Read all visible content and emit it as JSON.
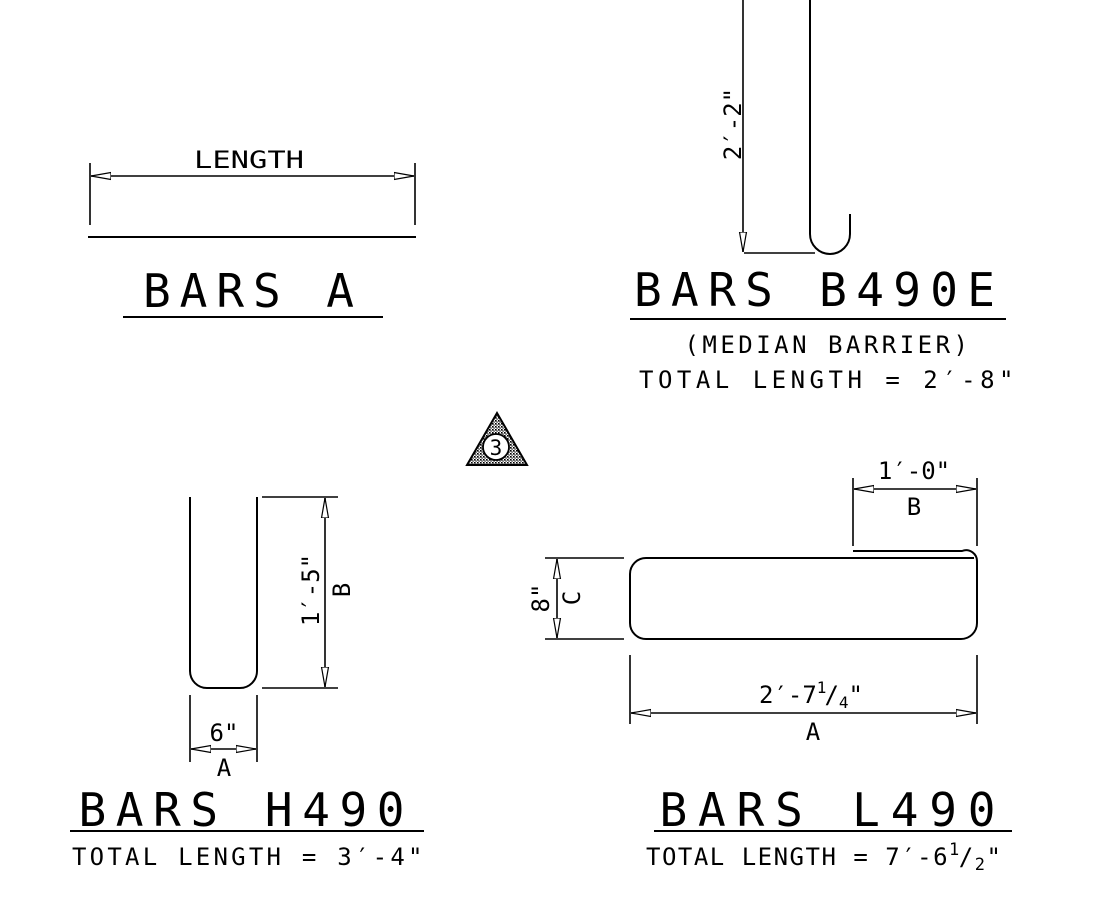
{
  "bar_a": {
    "title": "BARS A",
    "dim_length": "LENGTH"
  },
  "bar_b490e": {
    "title": "BARS B490E",
    "dim_height": "2′-2\"",
    "note": "(MEDIAN BARRIER)",
    "total_length": "TOTAL LENGTH = 2′-8\""
  },
  "revision_marker": "3",
  "bar_h490": {
    "title": "BARS H490",
    "dim_b_value": "1′-5\"",
    "dim_b_label": "B",
    "dim_a_value": "6\"",
    "dim_a_label": "A",
    "total_length": "TOTAL LENGTH = 3′-4\""
  },
  "bar_l490": {
    "title": "BARS L490",
    "dim_b_value": "1′-0\"",
    "dim_b_label": "B",
    "dim_c_value": "8\"",
    "dim_c_label": "C",
    "dim_a_value_main": "2′-7",
    "dim_a_value_num": "1",
    "dim_a_value_den": "4",
    "dim_a_value_tail": "\"",
    "dim_a_label": "A",
    "total_length_main": "TOTAL LENGTH = 7′-6",
    "total_length_num": "1",
    "total_length_den": "2",
    "total_length_tail": "\""
  }
}
